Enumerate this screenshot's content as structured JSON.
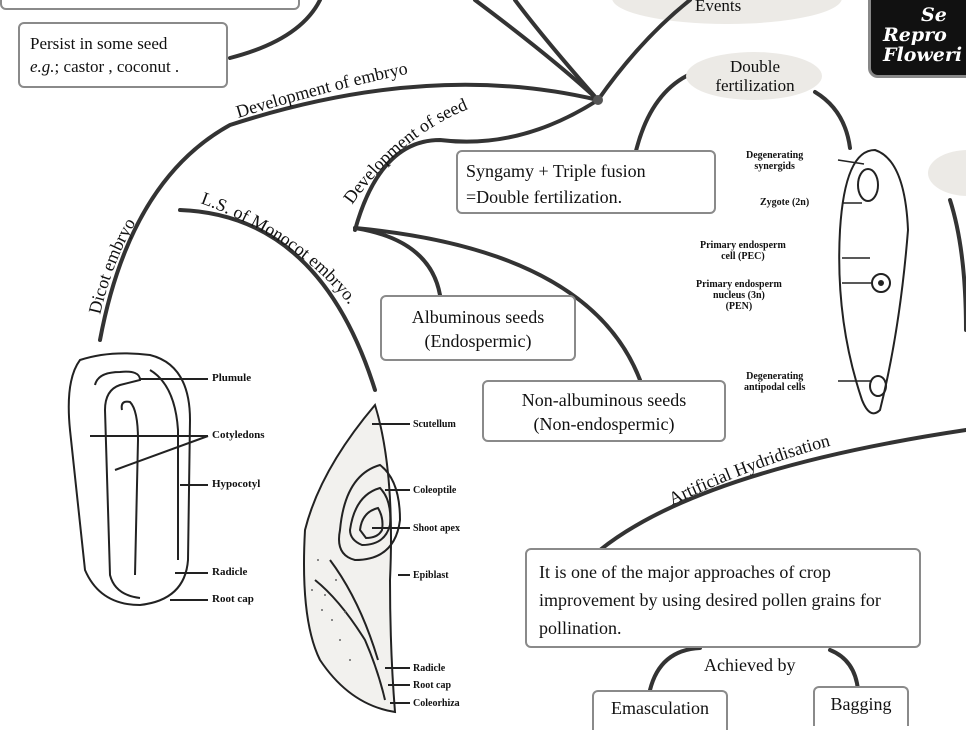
{
  "boxes": {
    "persist_line1": "Persist in some seed",
    "persist_eg": "e.g.",
    "persist_rest": "; castor , coconut .",
    "syngamy_line1": "Syngamy + Triple fusion",
    "syngamy_line2": "=Double fertilization.",
    "albuminous_line1": "Albuminous seeds",
    "albuminous_line2": "(Endospermic)",
    "nonalb_line1": "Non-albuminous seeds",
    "nonalb_line2": "(Non-endospermic)",
    "hybrid_text": "It is one of the major approaches of crop improvement by using desired pollen grains for pollination.",
    "emasculation": "Emasculation",
    "bagging": "Bagging",
    "achieved_by": "Achieved by"
  },
  "headings": {
    "events": "Events",
    "double_fert_line1": "Double",
    "double_fert_line2": "fertilization",
    "title_line1": "Se",
    "title_line2": "Repro",
    "title_line3": "Floweri"
  },
  "branches": {
    "dev_embryo": "Development of embryo",
    "dev_seed": "Development of seed",
    "dicot": "Dicot embryo",
    "monocot": "L.S. of Monocot embryo.",
    "artificial": "Artificial Hydridisation"
  },
  "dicot_labels": [
    "Plumule",
    "Cotyledons",
    "Hypocotyl",
    "Radicle",
    "Root cap"
  ],
  "monocot_labels": [
    "Scutellum",
    "Coleoptile",
    "Shoot apex",
    "Epiblast",
    "Radicle",
    "Root cap",
    "Coleorhiza"
  ],
  "embryo_sac_labels": {
    "synergids": "Degenerating\nsynergids",
    "zygote": "Zygote (2n)",
    "pec": "Primary endosperm\ncell (PEC)",
    "pen": "Primary endosperm\nnucleus (3n)\n(PEN)",
    "antipodal": "Degenerating\nantipodal cells"
  },
  "colors": {
    "line": "#333333",
    "border": "#8a8a8a",
    "cloud": "#eceae6",
    "title_bg": "#111111"
  }
}
